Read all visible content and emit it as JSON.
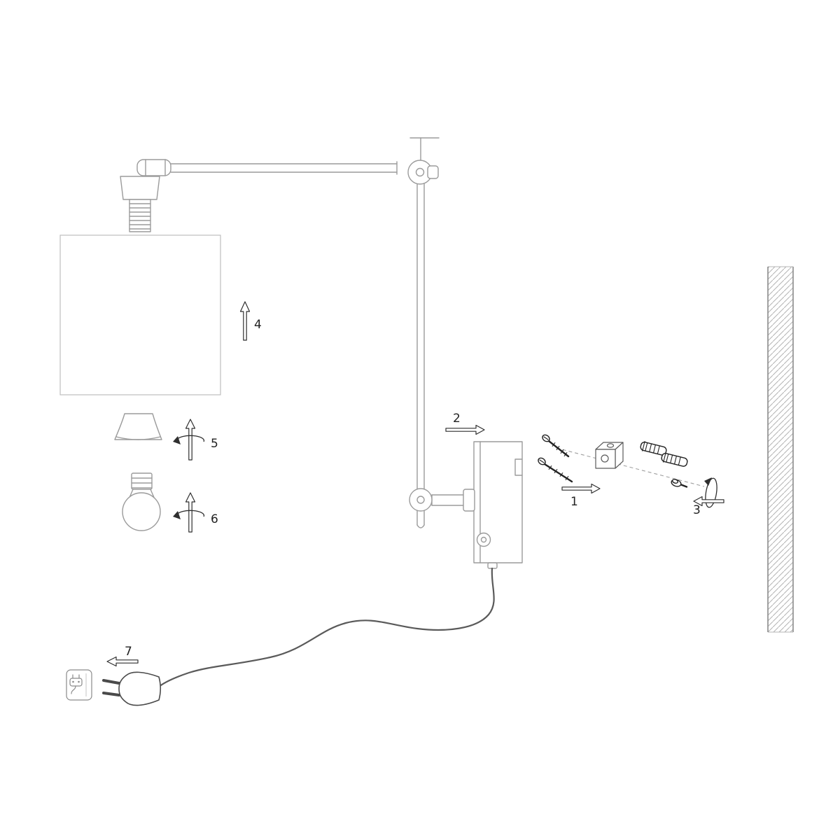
{
  "steps": [
    {
      "label": "1"
    },
    {
      "label": "2"
    },
    {
      "label": "3"
    },
    {
      "label": "4"
    },
    {
      "label": "5"
    },
    {
      "label": "6"
    },
    {
      "label": "7"
    }
  ],
  "colors": {
    "background": "#ffffff",
    "line_light": "#9b9b9b",
    "line_dark": "#2f2f2f",
    "hatch": "#b3b3b3"
  }
}
